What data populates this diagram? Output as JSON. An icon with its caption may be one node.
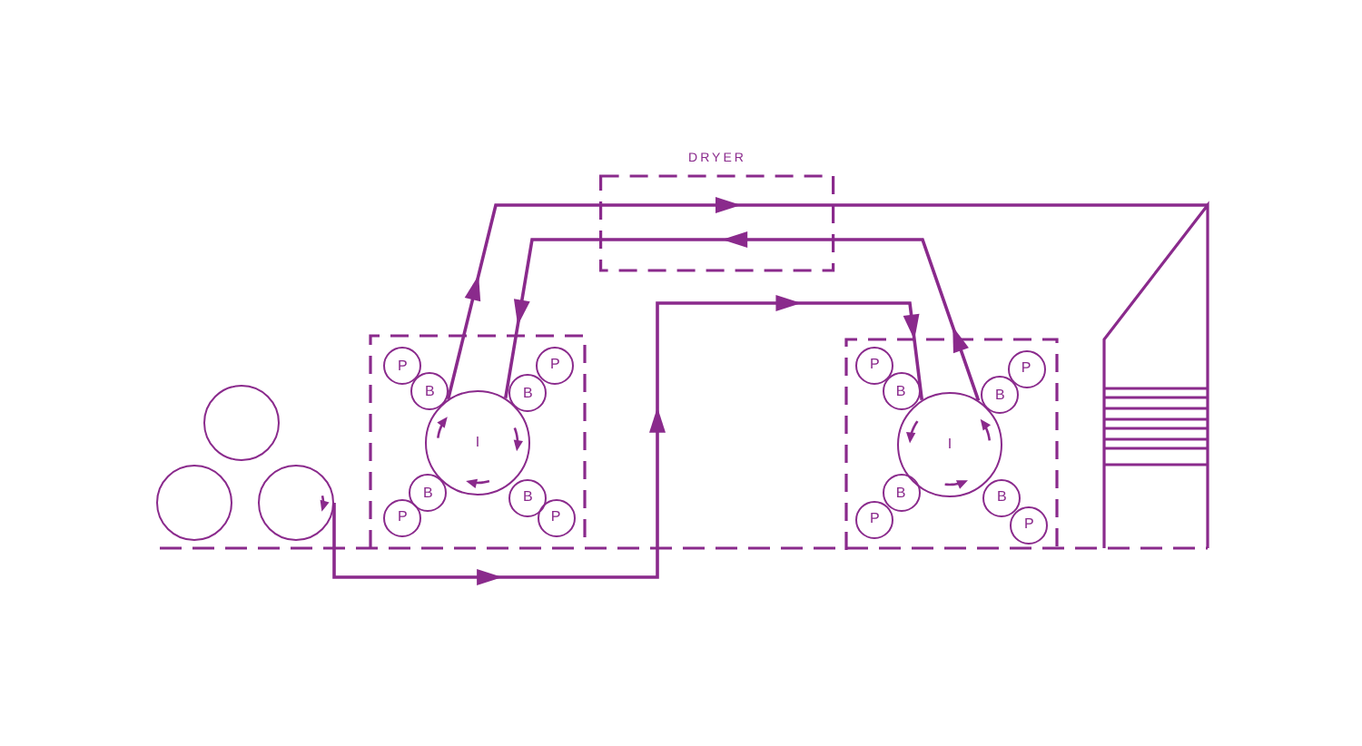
{
  "diagram": {
    "nodes": [
      {
        "text": [
          "DRYER"
        ]
      },
      {
        "text": [],
        "shape": "circle"
      },
      {
        "text": [],
        "shape": "circle"
      },
      {
        "text": [],
        "shape": "circle"
      },
      {
        "text": [],
        "shape": "box"
      },
      {
        "text": [
          "P"
        ],
        "in": 4
      },
      {
        "text": [
          "P"
        ],
        "in": 4
      },
      {
        "text": [
          "B"
        ],
        "in": 4
      },
      {
        "text": [
          "B"
        ],
        "in": 4
      },
      {
        "text": [
          "I"
        ],
        "in": 4
      },
      {
        "text": [
          "B"
        ],
        "in": 4
      },
      {
        "text": [
          "B"
        ],
        "in": 4
      },
      {
        "text": [
          "P"
        ],
        "in": 4
      },
      {
        "text": [
          "P"
        ],
        "in": 4
      },
      {
        "text": [],
        "shape": "box"
      },
      {
        "text": [
          "P"
        ],
        "in": 14
      },
      {
        "text": [
          "P"
        ],
        "in": 14
      },
      {
        "text": [
          "B"
        ],
        "in": 14
      },
      {
        "text": [
          "B"
        ],
        "in": 14
      },
      {
        "text": [
          "I"
        ],
        "in": 14
      },
      {
        "text": [
          "B"
        ],
        "in": 14
      },
      {
        "text": [
          "B"
        ],
        "in": 14
      },
      {
        "text": [
          "P"
        ],
        "in": 14
      },
      {
        "text": [
          "P"
        ],
        "in": 14
      },
      {
        "text": [],
        "shape": "box"
      }
    ],
    "edges": [
      {
        "from": 3,
        "to": 19,
        "arrow": "to"
      },
      {
        "from": 19,
        "to": 0,
        "arrow": "to"
      },
      {
        "from": 0,
        "to": 9,
        "arrow": "to"
      },
      {
        "from": 9,
        "to": 0,
        "arrow": "to"
      },
      {
        "from": 0,
        "to": 24,
        "arrow": "none"
      }
    ]
  }
}
